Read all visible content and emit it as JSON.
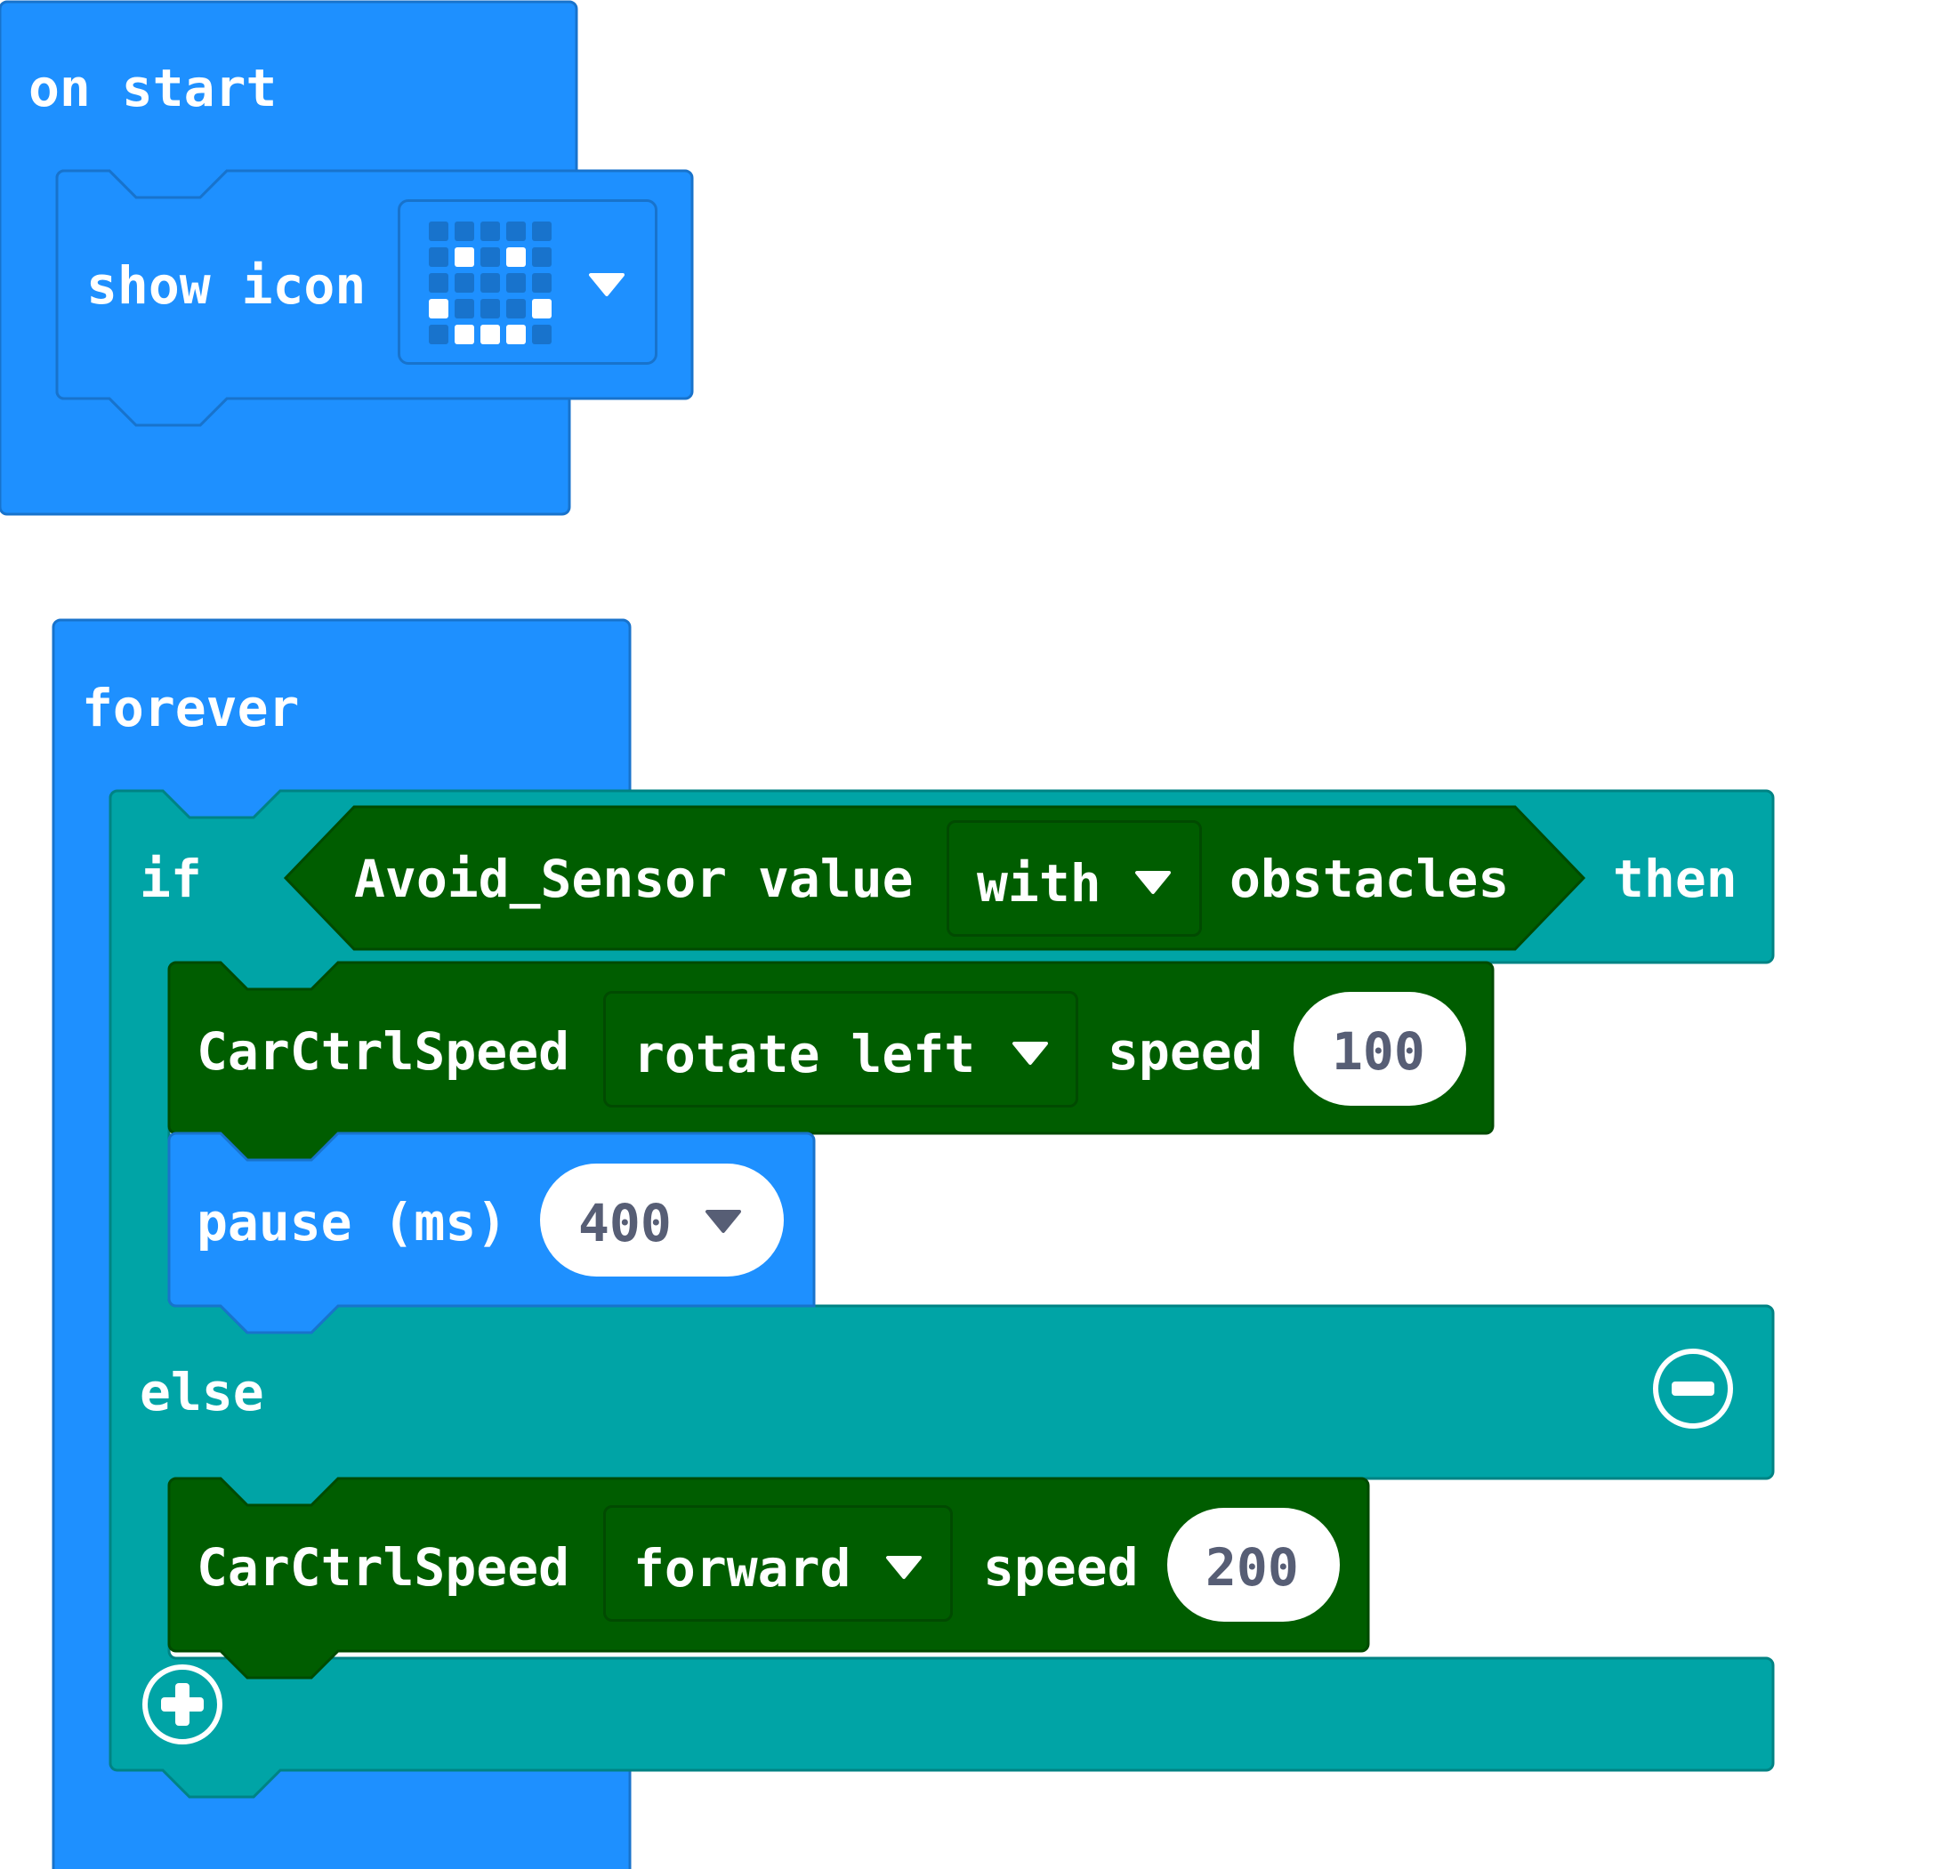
{
  "colors": {
    "basic_block": "#1e90ff",
    "basic_block_border": "#1873cc",
    "logic_block": "#00a4a6",
    "logic_block_border": "#008384",
    "car_block": "#005d00",
    "car_block_border": "#004a00",
    "field_text": "#575e75"
  },
  "on_start": {
    "label": "on start",
    "show_icon": {
      "label": "show icon",
      "icon_name": "happy-face-icon",
      "icon_grid": [
        [
          0,
          0,
          0,
          0,
          0
        ],
        [
          0,
          1,
          0,
          1,
          0
        ],
        [
          0,
          0,
          0,
          0,
          0
        ],
        [
          1,
          0,
          0,
          0,
          1
        ],
        [
          0,
          1,
          1,
          1,
          0
        ]
      ]
    }
  },
  "forever": {
    "label": "forever",
    "if_block": {
      "if_label": "if",
      "then_label": "then",
      "condition": {
        "prefix": "Avoid_Sensor value",
        "dropdown_value": "with",
        "suffix": "obstacles"
      },
      "then_statements": {
        "car_ctrl": {
          "label": "CarCtrlSpeed",
          "direction": "rotate left",
          "speed_label": "speed",
          "speed_value": "100"
        },
        "pause": {
          "label": "pause (ms)",
          "value": "400"
        }
      },
      "else_label": "else",
      "else_statements": {
        "car_ctrl": {
          "label": "CarCtrlSpeed",
          "direction": "forward",
          "speed_label": "speed",
          "speed_value": "200"
        }
      },
      "remove_else_icon": "minus-circle-icon",
      "add_else_icon": "plus-circle-icon"
    }
  }
}
